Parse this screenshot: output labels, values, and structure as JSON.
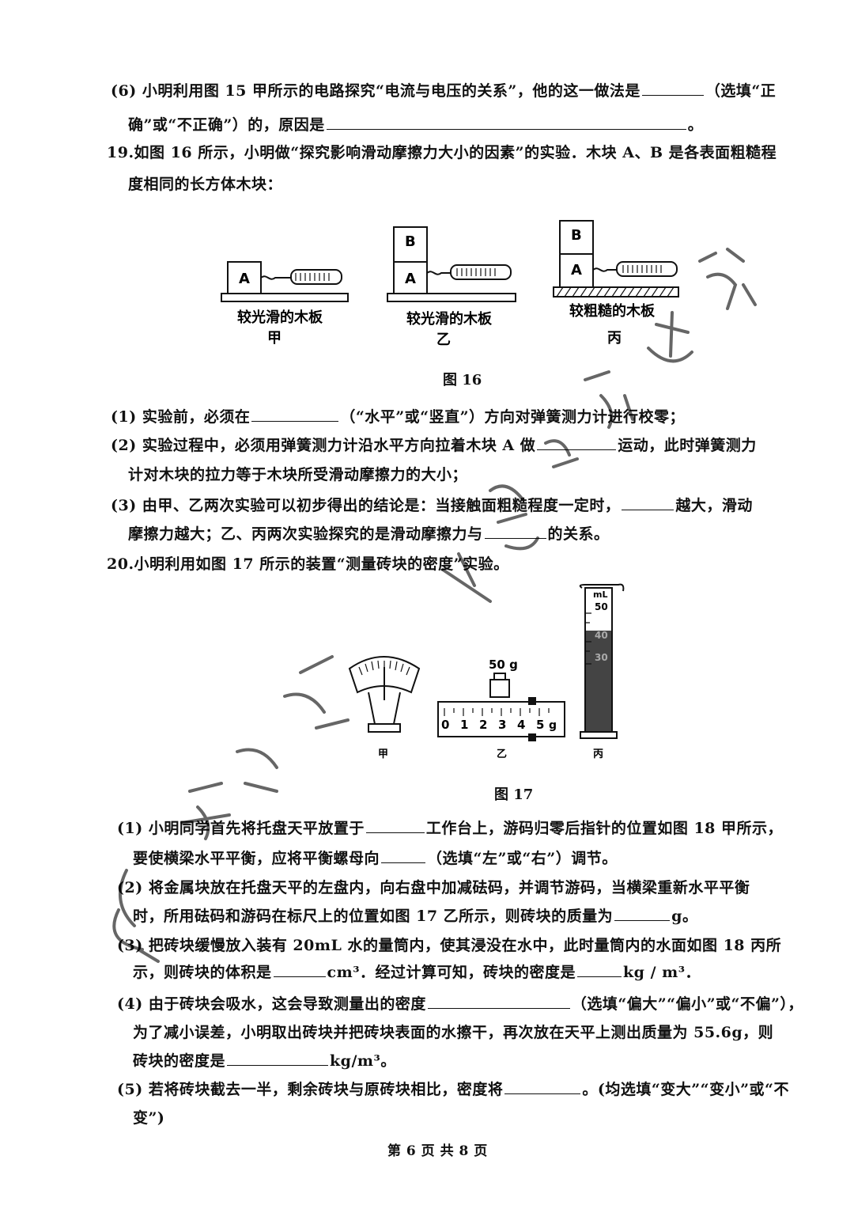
{
  "q18_6": {
    "line1_a": "(6) 小明利用图 15 甲所示的电路探究“电流与电压的关系”，他的这一做法是",
    "line1_b": "（选填“正",
    "line2_a": "确”或“不正确”）的，原因是",
    "line2_b": "。"
  },
  "q19": {
    "intro1": "19.如图 16 所示，小明做“探究影响滑动摩擦力大小的因素”的实验．木块 A、B 是各表面粗糙程",
    "intro2": "度相同的长方体木块：",
    "figure": {
      "block_a": "A",
      "block_b": "B",
      "board_smooth": "较光滑的木板",
      "board_rough": "较粗糙的木板",
      "jia": "甲",
      "yi": "乙",
      "bing": "丙",
      "caption": "图 16"
    },
    "s1_a": "(1) 实验前，必须在",
    "s1_b": "（“水平”或“竖直”）方向对弹簧测力计进行校零；",
    "s2_a": "(2) 实验过程中，必须用弹簧测力计沿水平方向拉着木块 A 做",
    "s2_b": "运动，此时弹簧测力",
    "s2_c": "计对木块的拉力等于木块所受滑动摩擦力的大小；",
    "s3_a": "(3) 由甲、乙两次实验可以初步得出的结论是：当接触面粗糙程度一定时，",
    "s3_b": "越大，滑动",
    "s3_c": "摩擦力越大；乙、丙两次实验探究的是滑动摩擦力与",
    "s3_d": "的关系。"
  },
  "q20": {
    "intro": "20.小明利用如图 17 所示的装置“测量砖块的密度”实验。",
    "figure": {
      "weight": "50 g",
      "ruler_ticks": [
        "0",
        "1",
        "2",
        "3",
        "4",
        "5"
      ],
      "ruler_unit": "g",
      "cylinder_unit": "mL",
      "cylinder_ticks": [
        "50",
        "40",
        "30"
      ],
      "jia": "甲",
      "yi": "乙",
      "bing": "丙",
      "caption": "图 17"
    },
    "s1_a": "(1) 小明同学首先将托盘天平放置于",
    "s1_b": "工作台上，游码归零后指针的位置如图 18 甲所示，",
    "s1_c": "要使横梁水平平衡，应将平衡螺母向",
    "s1_d": "（选填“左”或“右”）调节。",
    "s2_a": "(2) 将金属块放在托盘天平的左盘内，向右盘中加减砝码，并调节游码，当横梁重新水平平衡",
    "s2_b": "时，所用砝码和游码在标尺上的位置如图 17 乙所示，则砖块的质量为",
    "s2_c": "g。",
    "s3_a": "(3) 把砖块缓慢放入装有 20mL 水的量筒内，使其浸没在水中，此时量筒内的水面如图 18 丙所",
    "s3_b": "示，则砖块的体积是",
    "s3_c": "cm³．经过计算可知，砖块的密度是",
    "s3_d": "kg / m³．",
    "s4_a": "(4) 由于砖块会吸水，这会导致测量出的密度",
    "s4_b": "（选填“偏大”“偏小”或“不偏”），",
    "s4_c": "为了减小误差，小明取出砖块并把砖块表面的水擦干，再次放在天平上测出质量为 55.6g，则",
    "s4_d": "砖块的密度是",
    "s4_e": "kg/m³。",
    "s5_a": "(5) 若将砖块截去一半，剩余砖块与原砖块相比，密度将",
    "s5_b": "。(均选填“变大”“变小”或“不",
    "s5_c": "变”)"
  },
  "footer": "第 6 页 共 8 页"
}
